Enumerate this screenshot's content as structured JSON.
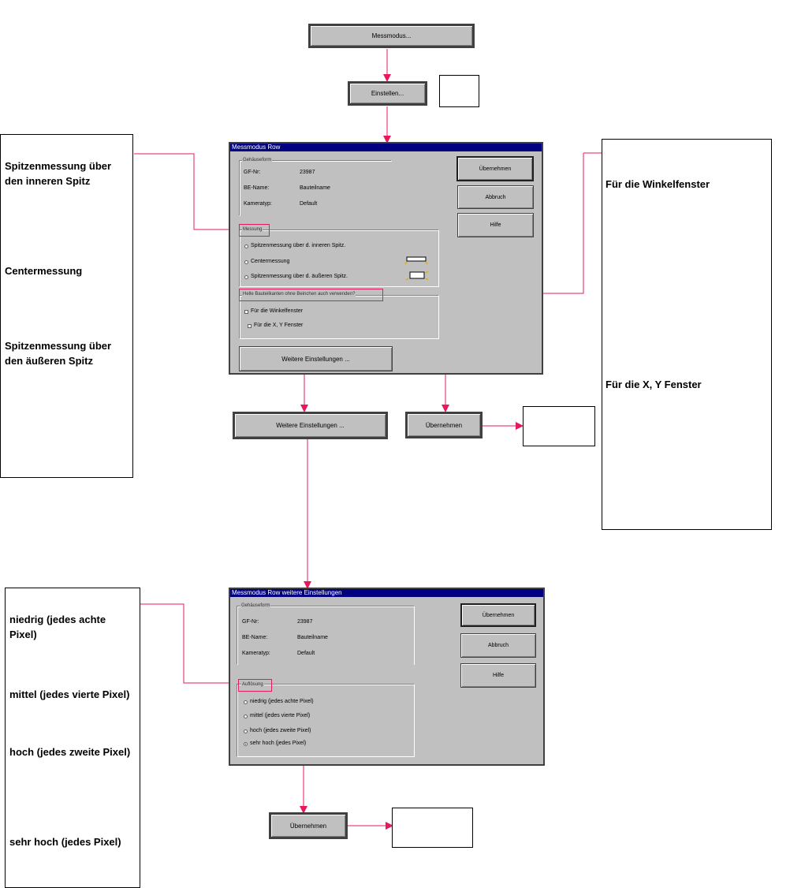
{
  "flow": {
    "messmodus_button": "Messmodus...",
    "einstellen_button": "Einstellen...",
    "weitere_button": "Weitere Einstellungen ...",
    "uebernehmen_button_1": "Übernehmen",
    "uebernehmen_button_2": "Übernehmen"
  },
  "dialog1": {
    "title": "Messmodus Row",
    "gehaeuse_label": "Gehäuseform",
    "fields": [
      {
        "label": "GF-Nr:",
        "value": "23987"
      },
      {
        "label": "BE-Name:",
        "value": "Bauteilname"
      },
      {
        "label": "Kameratyp:",
        "value": "Default"
      }
    ],
    "messung_label": "Messung",
    "radios": [
      "Spitzenmessung über d. inneren Spitz.",
      "Centermessung",
      "Spitzenmessung über d. äußeren Spitz."
    ],
    "helle_label": "Helle Bauteilkanten ohne Beinchen auch verwenden?",
    "checkboxes": [
      "Für die Winkelfenster",
      "Für die X, Y Fenster"
    ],
    "weitere_button": "Weitere Einstellungen ...",
    "buttons": [
      "Übernehmen",
      "Abbruch",
      "Hilfe"
    ]
  },
  "dialog2": {
    "title": "Messmodus Row weitere Einstellungen",
    "gehaeuse_label": "Gehäuseform",
    "fields": [
      {
        "label": "GF-Nr:",
        "value": "23987"
      },
      {
        "label": "BE-Name:",
        "value": "Bauteilname"
      },
      {
        "label": "Kameratyp:",
        "value": "Default"
      }
    ],
    "aufloesung_label": "Auflösung",
    "radios": [
      "niedrig (jedes achte Pixel)",
      "mittel (jedes vierte Pixel)",
      "hoch (jedes zweite Pixel)",
      "sehr hoch (jedes Pixel)"
    ],
    "buttons": [
      "Übernehmen",
      "Abbruch",
      "Hilfe"
    ]
  },
  "notes_left_top": [
    "Spitzenmessung über",
    "den inneren Spitz",
    "Centermessung",
    "Spitzenmessung über",
    "den äußeren Spitz"
  ],
  "notes_right_top": [
    "Für die Winkelfenster",
    "Für die X, Y Fenster"
  ],
  "notes_left_bottom": [
    "niedrig (jedes achte",
    "Pixel)",
    "mittel (jedes vierte Pixel)",
    "hoch (jedes zweite Pixel)",
    "sehr hoch (jedes Pixel)"
  ],
  "colors": {
    "arrow": "#e8185f",
    "dialog_bg": "#c0c0c0",
    "titlebar": "#000080"
  }
}
